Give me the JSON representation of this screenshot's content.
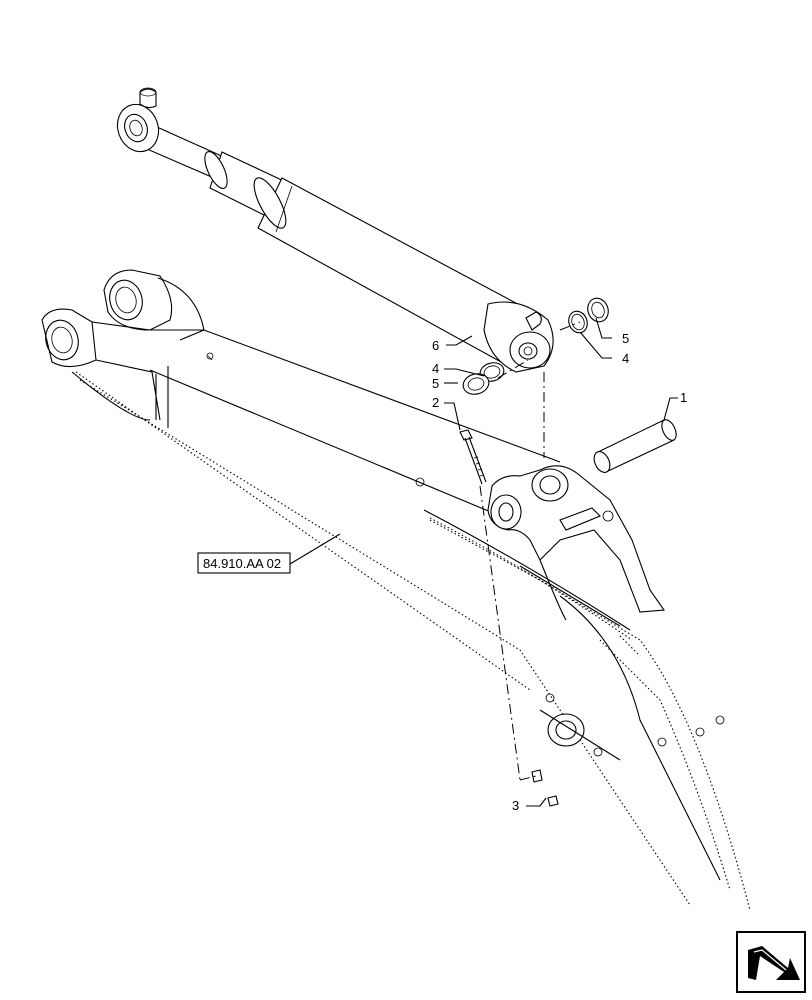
{
  "callouts": [
    {
      "id": "c1",
      "text": "1"
    },
    {
      "id": "c2",
      "text": "2"
    },
    {
      "id": "c3",
      "text": "3"
    },
    {
      "id": "c4a",
      "text": "4"
    },
    {
      "id": "c4b",
      "text": "4"
    },
    {
      "id": "c5a",
      "text": "5"
    },
    {
      "id": "c5b",
      "text": "5"
    },
    {
      "id": "c6",
      "text": "6"
    }
  ],
  "reference": {
    "text": "84.910.AA 02"
  },
  "nav_icon": {
    "name": "next-page-arrow-icon"
  }
}
